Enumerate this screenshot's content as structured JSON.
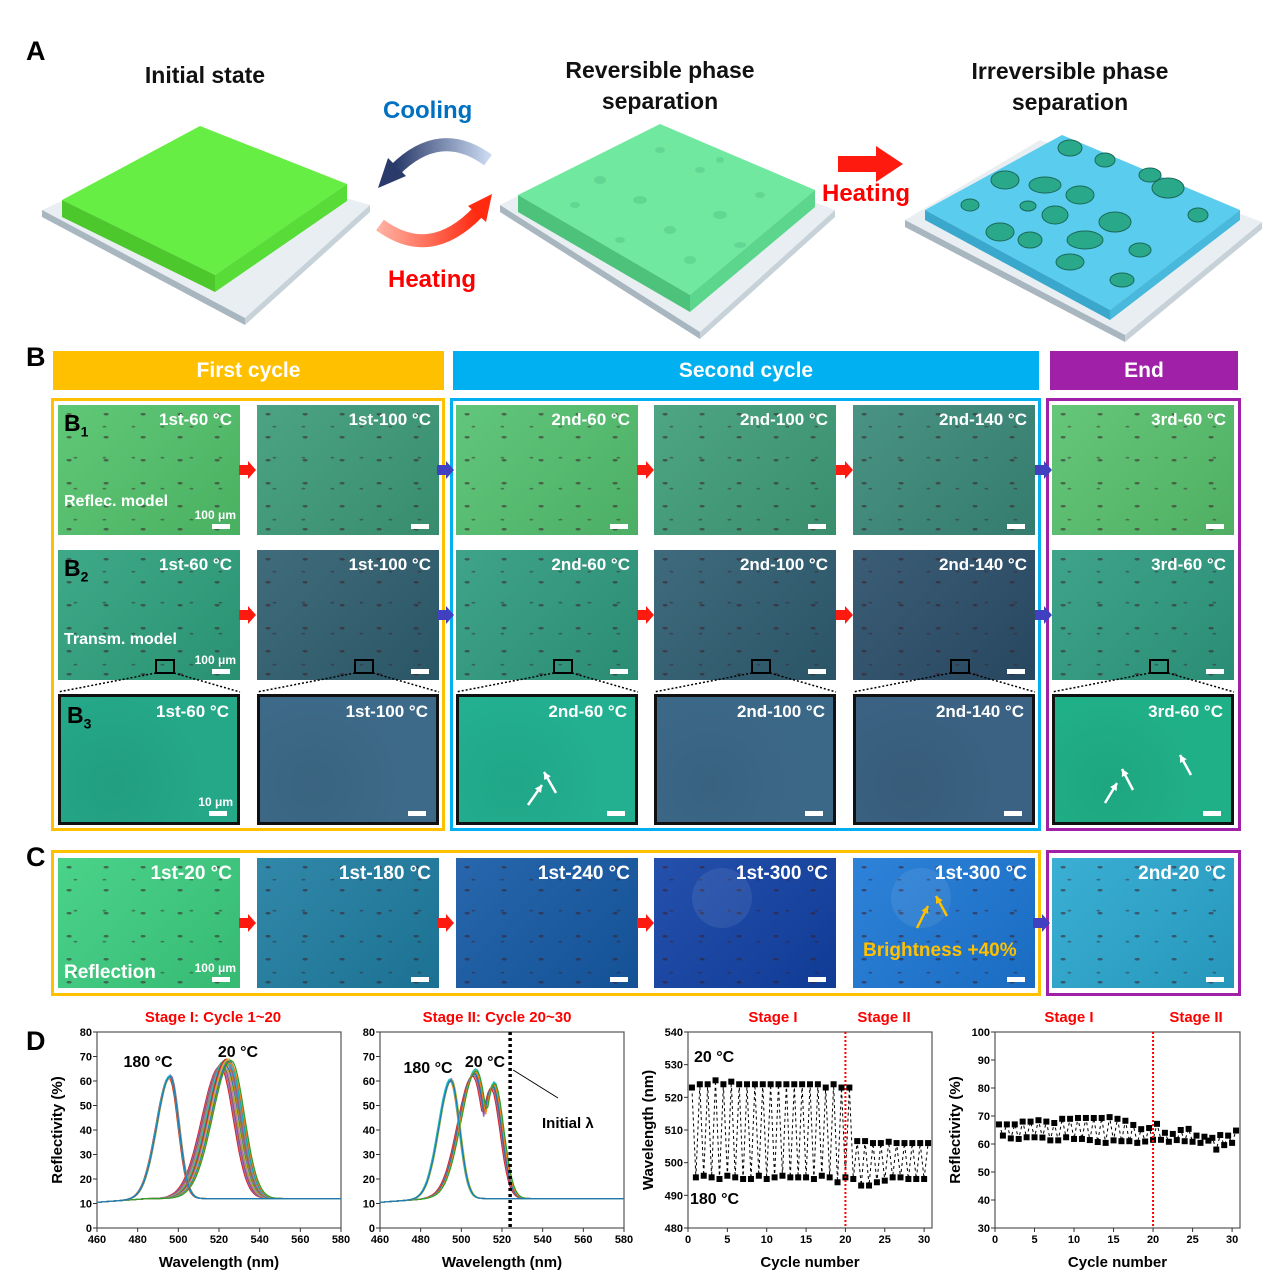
{
  "panel_labels": {
    "a": "A",
    "b": "B",
    "c": "C",
    "d": "D"
  },
  "panel_a": {
    "initial_title": "Initial state",
    "reversible_title_1": "Reversible phase",
    "reversible_title_2": "separation",
    "irreversible_title_1": "Irreversible  phase",
    "irreversible_title_2": "separation",
    "cooling": "Cooling",
    "heating_loop": "Heating",
    "heating_arrow": "Heating",
    "colors": {
      "cooling": "#0070C0",
      "heating": "#FF0000",
      "film_green": "#66EE44",
      "film_mint": "#66E899",
      "film_blue": "#55CCEE"
    }
  },
  "panel_b": {
    "headers": [
      {
        "label": "First cycle",
        "color": "#FFC000"
      },
      {
        "label": "Second cycle",
        "color": "#00B0F0"
      },
      {
        "label": "End",
        "color": "#A020A8"
      }
    ],
    "row_labels": {
      "b1": "B",
      "b1_sub": "1",
      "b2": "B",
      "b2_sub": "2",
      "b3": "B",
      "b3_sub": "3"
    },
    "mode_labels": {
      "reflection": "Reflec. model",
      "transmission": "Transm. model"
    },
    "scale_labels": {
      "large": "100 μm",
      "small": "10 μm"
    },
    "columns": [
      "1st-60 °C",
      "1st-100 °C",
      "2nd-60 °C",
      "2nd-100 °C",
      "2nd-140 °C",
      "3rd-60 °C"
    ],
    "tile_colors": {
      "b1": [
        "#52c46c",
        "#3d9c7a",
        "#54c270",
        "#3f9e7a",
        "#3a8a7a",
        "#58c26e"
      ],
      "b2": [
        "#2ea27e",
        "#2f5f70",
        "#2f9c80",
        "#2f5e72",
        "#2b4f6a",
        "#2f9c82"
      ],
      "b3": [
        "#24a888",
        "#3d6a88",
        "#22b090",
        "#3c6888",
        "#3b6282",
        "#20b088"
      ]
    }
  },
  "panel_c": {
    "tiles": [
      "1st-20 °C",
      "1st-180 °C",
      "1st-240 °C",
      "1st-300 °C",
      "1st-300 °C",
      "2nd-20 °C"
    ],
    "tile_colors": [
      "#3ccf80",
      "#1f7ea2",
      "#165aa6",
      "#1242a6",
      "#1c78d6",
      "#2aa8d0"
    ],
    "mode_label": "Reflection",
    "scale_label": "100 μm",
    "brightness_label": "Brightness +40%",
    "brightness_color": "#FFC000"
  },
  "chart_data": [
    {
      "type": "line",
      "title": "Stage I: Cycle 1~20",
      "xlabel": "Wavelength (nm)",
      "ylabel": "Reflectivity (%)",
      "xlim": [
        460,
        580
      ],
      "ylim": [
        0,
        80
      ],
      "xticks": [
        "460",
        "480",
        "500",
        "520",
        "540",
        "560",
        "580"
      ],
      "yticks": [
        "0",
        "10",
        "20",
        "30",
        "40",
        "50",
        "60",
        "70",
        "80"
      ],
      "annotations": [
        "180 °C",
        "20 °C"
      ],
      "baseline": 12,
      "series_180C": {
        "peak_nm": [
          495.5,
          496,
          495.8,
          496.2,
          495.6,
          496,
          495.9,
          496.3,
          495.7,
          496,
          495.8,
          496.1,
          495.5,
          496.2,
          495.9,
          496,
          495.7,
          496.1,
          495.8,
          496
        ],
        "peak_reflectivity": [
          61,
          62,
          61.5,
          62.5,
          61.8,
          62,
          61.2,
          62.3,
          61.6,
          62,
          61.4,
          62.1,
          61.7,
          62.4,
          61.9,
          61.3,
          62,
          61.6,
          62.2,
          61.8
        ],
        "sigma_left": 6.5,
        "sigma_right": 4.3
      },
      "series_20C": {
        "peak_nm": [
          520.5,
          521,
          521.5,
          522,
          522.3,
          522.6,
          523,
          523.2,
          523.4,
          523.6,
          523.8,
          524,
          524.2,
          524.4,
          524.6,
          524.8,
          525,
          525.3,
          525.6,
          526
        ],
        "peak_reflectivity": [
          66,
          66.5,
          67,
          67.5,
          68,
          67,
          68.5,
          66.5,
          67.8,
          68.8,
          69,
          67.2,
          68.2,
          68.6,
          67.6,
          69,
          66.8,
          68,
          67.4,
          68.4
        ],
        "sigma_left": 9,
        "sigma_right": 6.5
      }
    },
    {
      "type": "line",
      "title": "Stage II: Cycle 20~30",
      "xlabel": "Wavelength (nm)",
      "ylabel": "",
      "xlim": [
        460,
        580
      ],
      "ylim": [
        0,
        80
      ],
      "xticks": [
        "460",
        "480",
        "500",
        "520",
        "540",
        "560",
        "580"
      ],
      "yticks": [
        "0",
        "10",
        "20",
        "30",
        "40",
        "50",
        "60",
        "70",
        "80"
      ],
      "annotations": [
        "180 °C",
        "20 °C"
      ],
      "initial_lambda_label": "Initial λ",
      "initial_lambda_nm": 524,
      "baseline": 12,
      "series_180C": {
        "peak_nm": [
          494.5,
          494.8,
          495,
          495.2,
          494.7,
          495.1,
          494.9,
          495.3,
          494.6,
          495
        ],
        "peak_reflectivity": [
          60,
          60.5,
          61,
          60.2,
          60.8,
          61,
          60.4,
          60.6,
          60.9,
          60.3
        ],
        "sigma_left": 6,
        "sigma_right": 4.2
      },
      "series_20C": {
        "peak_nm": [
          505.5,
          506,
          506.3,
          506.6,
          506.8,
          507,
          507.2,
          506.4,
          506.9,
          507.4
        ],
        "peak_reflectivity": [
          62,
          62.5,
          63,
          63.5,
          64,
          64.5,
          65,
          63.2,
          63.8,
          64.2
        ],
        "shoulder_nm": 515,
        "sigma_left": 7.5,
        "sigma_right": 5.5
      }
    },
    {
      "type": "scatter",
      "title_stage1": "Stage I",
      "title_stage2": "Stage II",
      "xlabel": "Cycle number",
      "ylabel": "Wavelength (nm)",
      "xlim": [
        0,
        31
      ],
      "ylim": [
        480,
        540
      ],
      "xticks": [
        "0",
        "5",
        "10",
        "15",
        "20",
        "25",
        "30"
      ],
      "yticks": [
        "480",
        "490",
        "500",
        "510",
        "520",
        "530",
        "540"
      ],
      "annotations": [
        "20 °C",
        "180 °C"
      ],
      "stage_divider": 20,
      "series": [
        {
          "name": "20 °C",
          "x": [
            0.5,
            1.5,
            2.5,
            3.5,
            4.5,
            5.5,
            6.5,
            7.5,
            8.5,
            9.5,
            10.5,
            11.5,
            12.5,
            13.5,
            14.5,
            15.5,
            16.5,
            17.5,
            18.5,
            19.5,
            20.5,
            21.5,
            22.5,
            23.5,
            24.5,
            25.5,
            26.5,
            27.5,
            28.5,
            29.5,
            30.5
          ],
          "y": [
            523,
            524,
            524,
            525.2,
            524,
            524.8,
            524,
            524,
            524,
            524,
            524,
            524,
            524,
            524,
            524,
            524,
            524,
            523,
            524,
            523,
            523,
            506.6,
            506.6,
            506,
            506,
            506.4,
            506,
            506,
            506,
            506,
            506
          ]
        },
        {
          "name": "180 °C",
          "x": [
            1,
            2,
            3,
            4,
            5,
            6,
            7,
            8,
            9,
            10,
            11,
            12,
            13,
            14,
            15,
            16,
            17,
            18,
            19,
            20,
            21,
            22,
            23,
            24,
            25,
            26,
            27,
            28,
            29,
            30
          ],
          "y": [
            495.5,
            496,
            495.5,
            495,
            496,
            495.5,
            495,
            495,
            496,
            495,
            495.5,
            496,
            495.5,
            495.5,
            495.5,
            495,
            496,
            495.5,
            494,
            495.5,
            495,
            493,
            493,
            494,
            494.5,
            495.5,
            495.5,
            495,
            495,
            495
          ]
        }
      ]
    },
    {
      "type": "scatter",
      "title_stage1": "Stage I",
      "title_stage2": "Stage II",
      "xlabel": "Cycle number",
      "ylabel": "Reflectivity (%)",
      "xlim": [
        0,
        31
      ],
      "ylim": [
        30,
        100
      ],
      "xticks": [
        "0",
        "5",
        "10",
        "15",
        "20",
        "25",
        "30"
      ],
      "yticks": [
        "30",
        "40",
        "50",
        "60",
        "70",
        "80",
        "90",
        "100"
      ],
      "stage_divider": 20,
      "series": [
        {
          "name": "20 °C",
          "x": [
            0.5,
            1.5,
            2.5,
            3.5,
            4.5,
            5.5,
            6.5,
            7.5,
            8.5,
            9.5,
            10.5,
            11.5,
            12.5,
            13.5,
            14.5,
            15.5,
            16.5,
            17.5,
            18.5,
            19.5,
            20.5,
            21.5,
            22.5,
            23.5,
            24.5,
            25.5,
            26.5,
            27.5,
            28.5,
            29.5,
            30.5
          ],
          "y": [
            67,
            67,
            67,
            68,
            68,
            68.5,
            68,
            67.5,
            69,
            69,
            69.3,
            69.3,
            69.3,
            69.3,
            69.6,
            69,
            68.3,
            66.8,
            65.3,
            65.7,
            67.2,
            64,
            63.6,
            65,
            65.4,
            63,
            62.6,
            62.2,
            63.2,
            63,
            64.8
          ]
        },
        {
          "name": "180 °C",
          "x": [
            1,
            2,
            3,
            4,
            5,
            6,
            7,
            8,
            9,
            10,
            11,
            12,
            13,
            14,
            15,
            16,
            17,
            18,
            19,
            20,
            21,
            22,
            23,
            24,
            25,
            26,
            27,
            28,
            29,
            30
          ],
          "y": [
            63,
            62,
            61.8,
            62.4,
            62.4,
            62.3,
            61.3,
            61.3,
            62.4,
            61.8,
            61.8,
            61.4,
            60.7,
            60.4,
            61.3,
            61,
            61,
            60.4,
            60.9,
            61.5,
            61.5,
            60.8,
            61.4,
            61,
            60.8,
            60.4,
            61.2,
            58,
            59.6,
            60.4
          ]
        }
      ]
    }
  ]
}
